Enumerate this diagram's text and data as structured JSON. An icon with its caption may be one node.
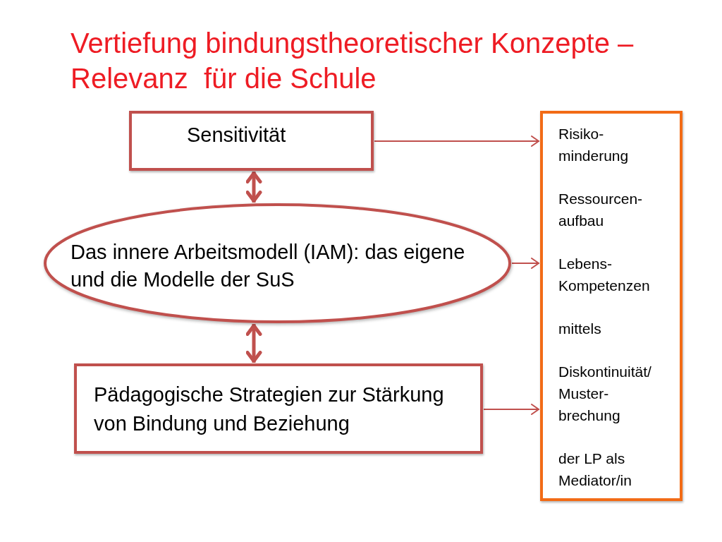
{
  "diagram": {
    "title": "Vertiefung bindungstheoretischer Konzepte – Relevanz  für die Schule",
    "nodes": [
      {
        "text": [
          "Sensitivität"
        ]
      },
      {
        "text": [
          "Das innere Arbeitsmodell (IAM): das eigene und die Modelle der SuS"
        ]
      },
      {
        "text": [
          "Pädagogische Strategien zur Stärkung von Bindung und Beziehung"
        ]
      },
      {
        "text": [
          "Risiko- minderung",
          "Ressourcen- aufbau",
          "Lebens- Kompetenzen",
          "mittels",
          "Diskontinuität/ Muster- brechung",
          "der LP als Mediator/in"
        ]
      }
    ],
    "edges": [
      {
        "from": 0,
        "to": 1,
        "arrow": "both",
        "style": "thick"
      },
      {
        "from": 1,
        "to": 2,
        "arrow": "both",
        "style": "thick"
      },
      {
        "from": 0,
        "to": 3,
        "arrow": "to"
      },
      {
        "from": 1,
        "to": 3,
        "arrow": "to"
      },
      {
        "from": 2,
        "to": 3,
        "arrow": "to"
      }
    ]
  }
}
